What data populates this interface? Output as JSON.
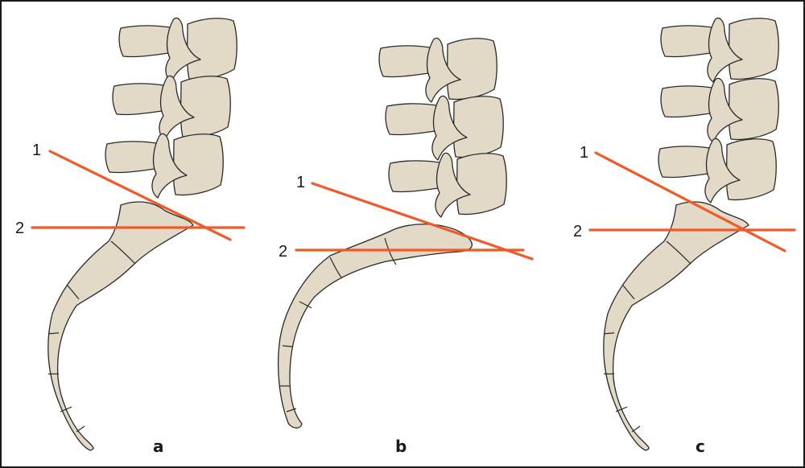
{
  "panels": [
    {
      "label": "a",
      "line1_label": "1",
      "line2_label": "2"
    },
    {
      "label": "b",
      "line1_label": "1",
      "line2_label": "2"
    },
    {
      "label": "c",
      "line1_label": "1",
      "line2_label": "2"
    }
  ],
  "colors": {
    "bone": "#e2d9c6",
    "reference_line": "#f05a28",
    "outline": "#2a2a2a"
  }
}
